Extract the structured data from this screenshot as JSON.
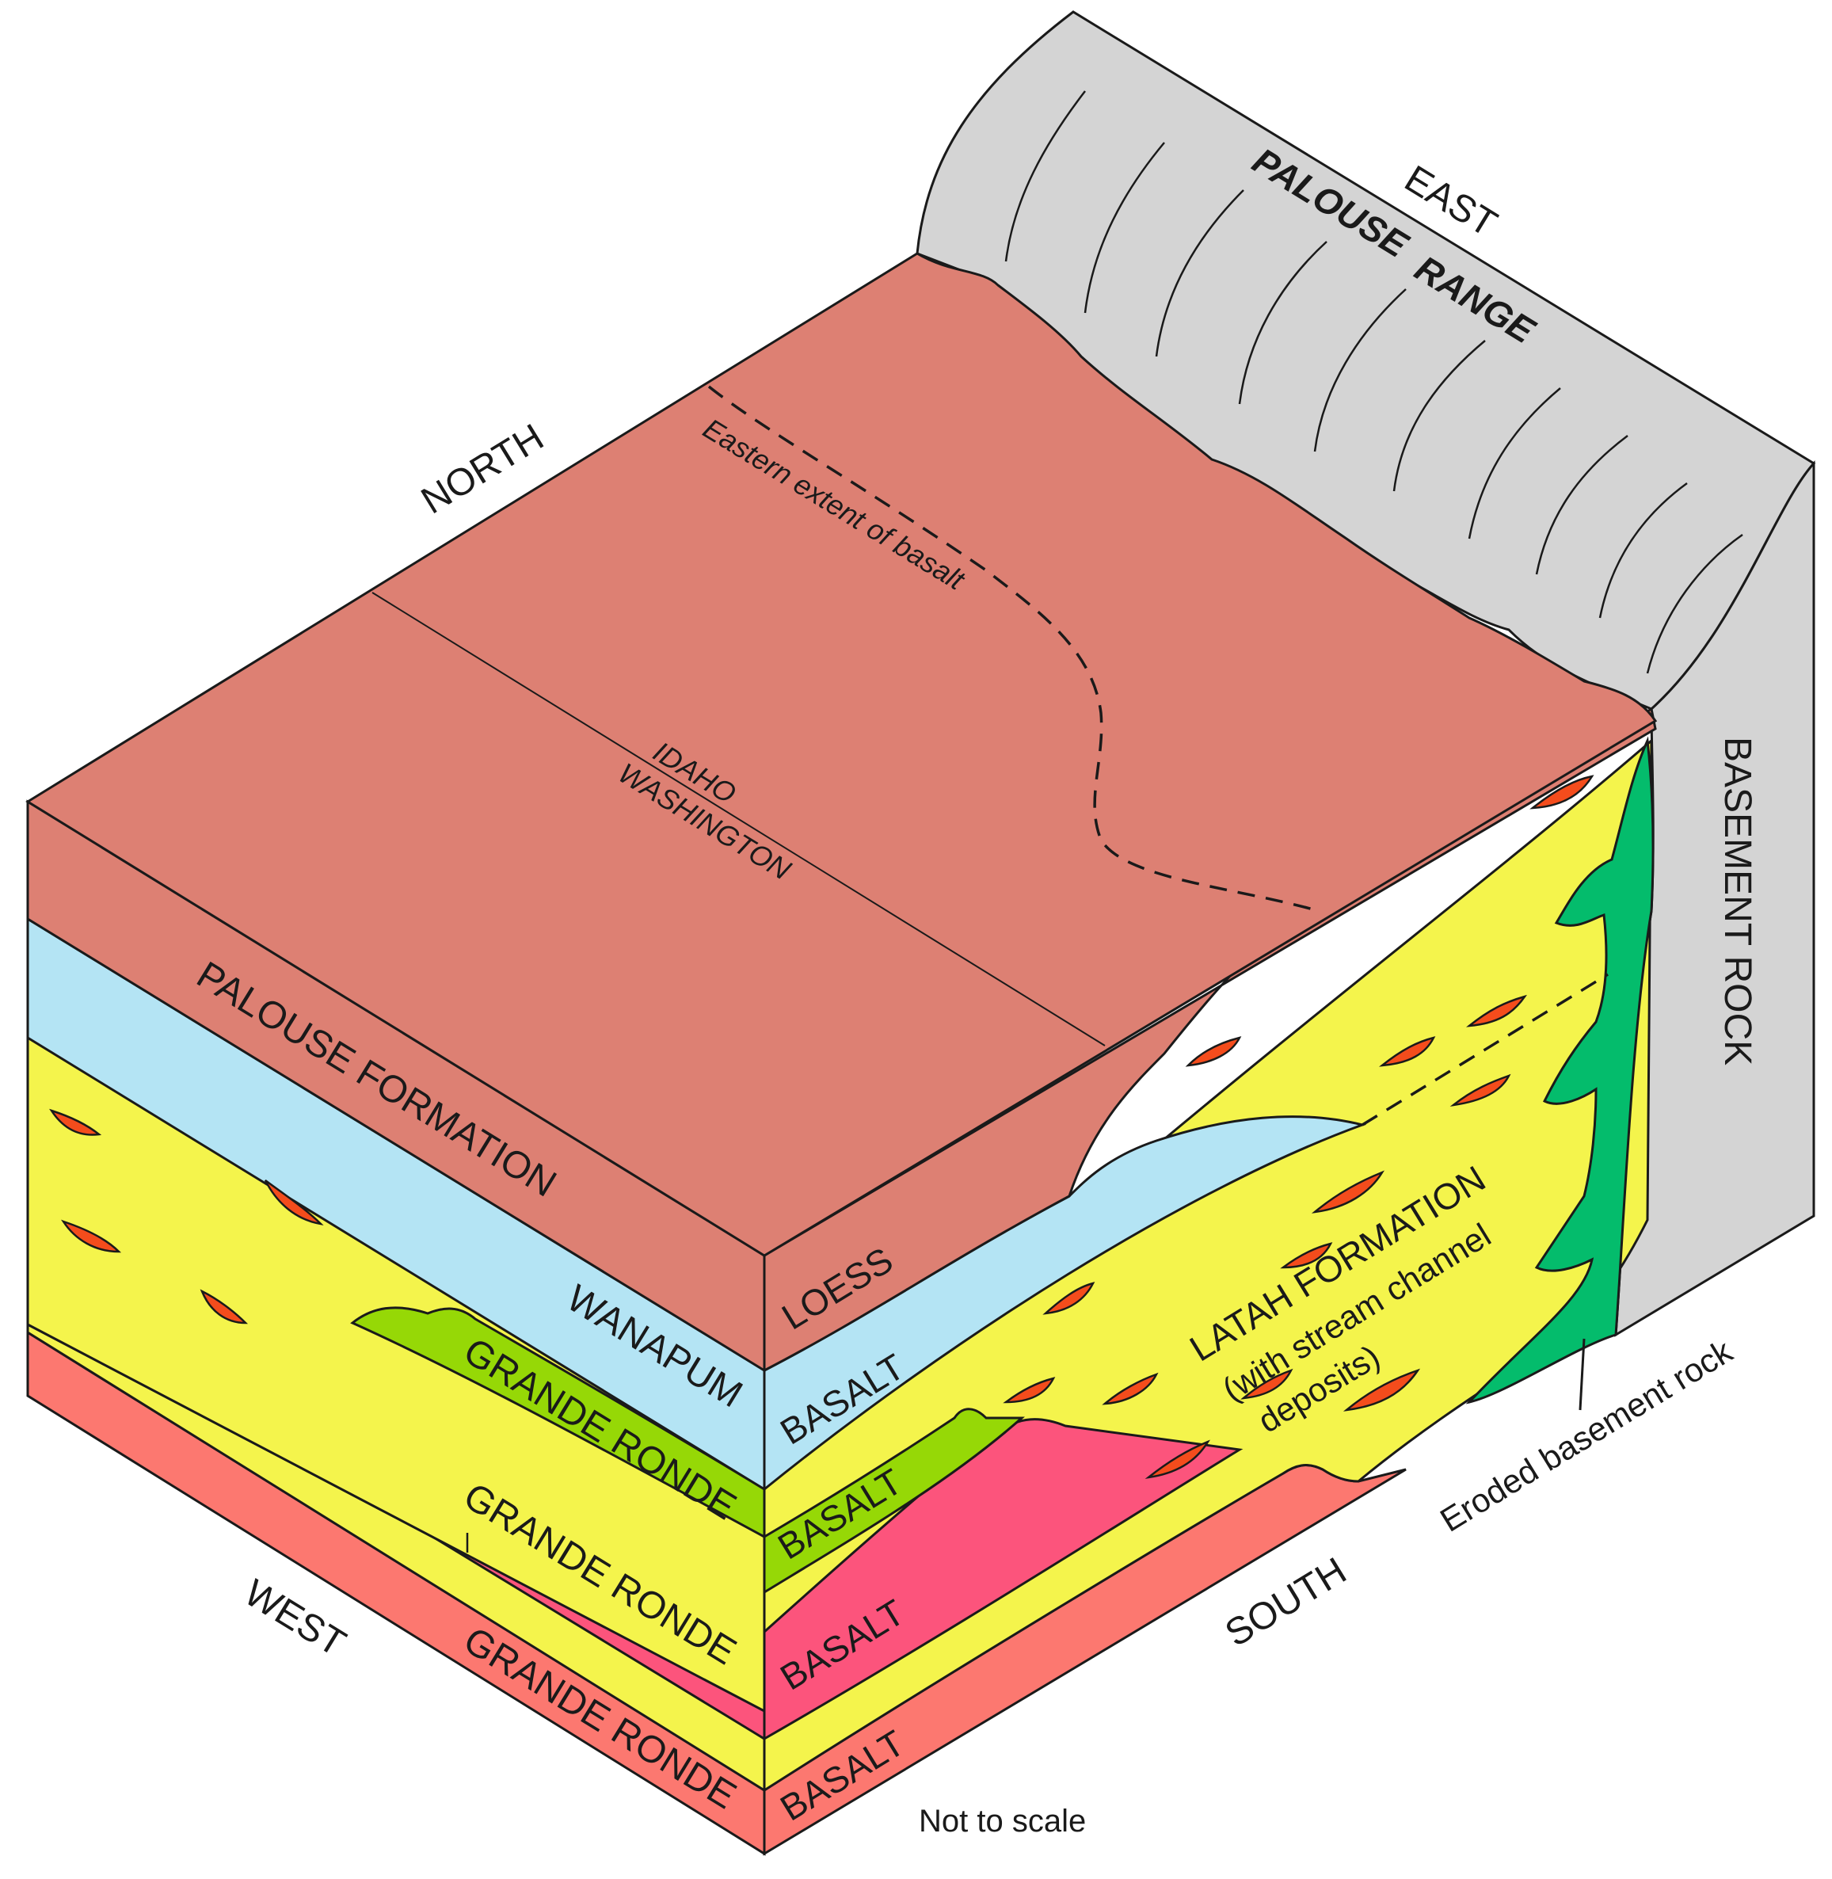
{
  "directions": {
    "north": "NORTH",
    "east": "EAST",
    "west": "WEST",
    "south": "SOUTH"
  },
  "mountains": {
    "name_line1": "PALOUSE",
    "name_line2": "RANGE",
    "rock_label": "BASEMENT ROCK"
  },
  "surface": {
    "basalt_extent": "Eastern extent of basalt",
    "state_north": "IDAHO",
    "state_south": "WASHINGTON"
  },
  "layers": {
    "palouse": "PALOUSE FORMATION",
    "loess": "LOESS",
    "wanapum_1": "WANAPUM",
    "wanapum_2": "BASALT",
    "gr1_1": "GRANDE RONDE",
    "gr1_2": "BASALT",
    "gr2_1": "GRANDE RONDE",
    "gr2_2": "BASALT",
    "gr3_1": "GRANDE RONDE",
    "gr3_2": "BASALT",
    "latah_1": "LATAH FORMATION",
    "latah_2": "(with stream channel",
    "latah_3": "deposits)"
  },
  "annotations": {
    "eroded": "Eroded basement rock",
    "scale": "Not to scale"
  },
  "colors": {
    "palouse": "#dd8073",
    "wanapum": "#b4e4f4",
    "latah": "#f4f44c",
    "grande_ronde_green": "#96d806",
    "grande_ronde_pink": "#fc547c",
    "grande_ronde_salmon": "#fc7870",
    "basement_gray": "#d4d4d4",
    "eroded_green": "#04bc6c",
    "channel_deposit": "#f44c1c"
  }
}
